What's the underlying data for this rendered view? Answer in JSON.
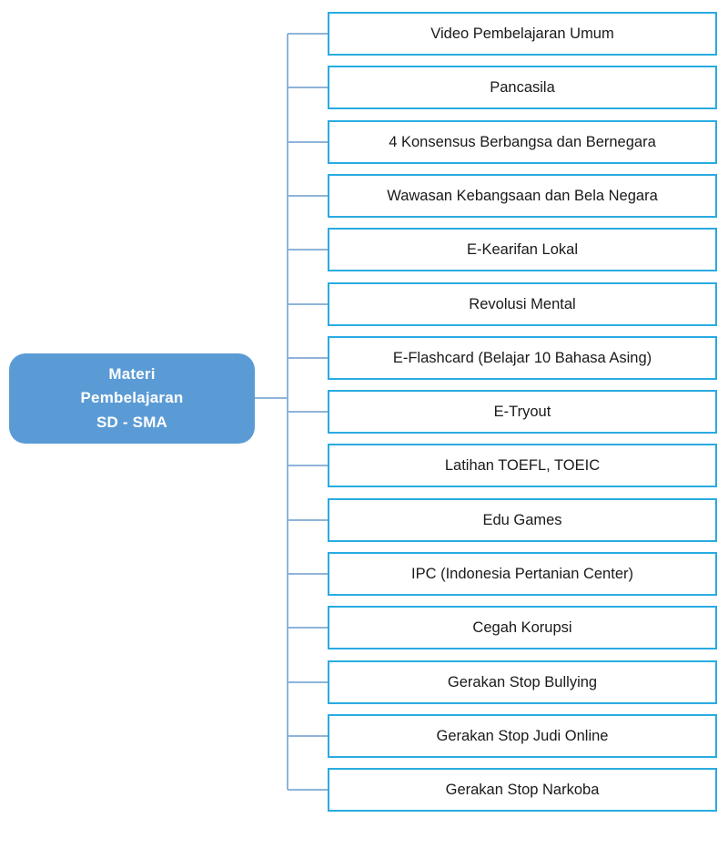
{
  "diagram": {
    "type": "tree-mindmap",
    "orientation": "left-to-right",
    "root": {
      "label": "Materi\nPembelajaran\nSD - SMA",
      "fill_color": "#5B9BD5",
      "text_color": "#FFFFFF"
    },
    "branch_color": "#8FB4D9",
    "leaf_border_color": "#29ABE2",
    "leaf_fill_color": "#FFFFFF",
    "leaves": [
      {
        "label": "Video Pembelajaran Umum"
      },
      {
        "label": "Pancasila"
      },
      {
        "label": "4 Konsensus Berbangsa dan Bernegara"
      },
      {
        "label": "Wawasan Kebangsaan dan Bela Negara"
      },
      {
        "label": "E-Kearifan Lokal"
      },
      {
        "label": "Revolusi Mental"
      },
      {
        "label": "E-Flashcard (Belajar 10 Bahasa Asing)"
      },
      {
        "label": "E-Tryout"
      },
      {
        "label": "Latihan TOEFL, TOEIC"
      },
      {
        "label": "Edu Games"
      },
      {
        "label": "IPC (Indonesia Pertanian Center)"
      },
      {
        "label": "Cegah Korupsi"
      },
      {
        "label": "Gerakan Stop Bullying"
      },
      {
        "label": "Gerakan Stop Judi Online"
      },
      {
        "label": "Gerakan Stop Narkoba"
      }
    ]
  }
}
